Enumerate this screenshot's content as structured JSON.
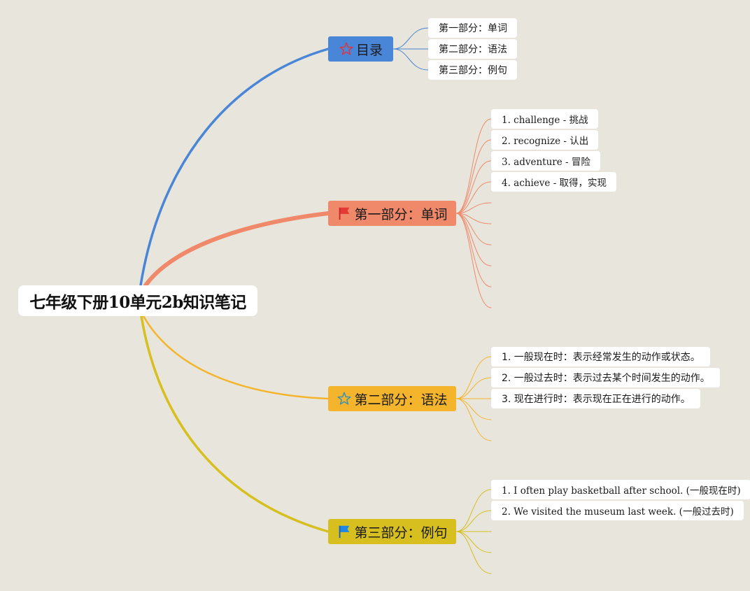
{
  "root": {
    "label": "七年级下册10单元2b知识笔记"
  },
  "colors": {
    "background": "#e8e5dc",
    "toc": "#4a86d8",
    "vocab": "#f0896a",
    "grammar": "#f4b52c",
    "examples": "#d6bf1e"
  },
  "branches": [
    {
      "key": "toc",
      "label": "目录",
      "icon": "star-outline-icon",
      "leaves": [
        "第一部分：单词",
        "第二部分：语法",
        "第三部分：例句"
      ],
      "empty_leaves": 0
    },
    {
      "key": "vocab",
      "label": "第一部分：单词",
      "icon": "red-flag-icon",
      "leaves": [
        "1. challenge - 挑战",
        "2. recognize - 认出",
        "3. adventure - 冒险",
        "4. achieve - 取得，实现"
      ],
      "empty_leaves": 6
    },
    {
      "key": "grammar",
      "label": "第二部分：语法",
      "icon": "star-outline-icon",
      "leaves": [
        "1. 一般现在时：表示经常发生的动作或状态。",
        "2. 一般过去时：表示过去某个时间发生的动作。",
        "3. 现在进行时：表示现在正在进行的动作。"
      ],
      "empty_leaves": 2
    },
    {
      "key": "examples",
      "label": "第三部分：例句",
      "icon": "blue-flag-icon",
      "leaves": [
        "1. I often play basketball after school. (一般现在时)",
        "2. We visited the museum last week. (一般过去时)"
      ],
      "empty_leaves": 3
    }
  ]
}
